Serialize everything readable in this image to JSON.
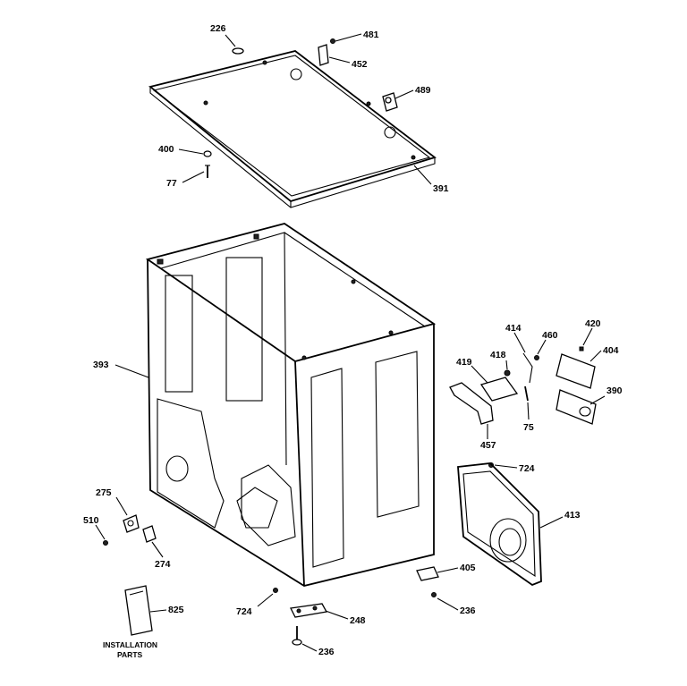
{
  "labels": {
    "p226": "226",
    "p481": "481",
    "p452": "452",
    "p489": "489",
    "p400": "400",
    "p77": "77",
    "p391": "391",
    "p393": "393",
    "p414": "414",
    "p460": "460",
    "p420": "420",
    "p404": "404",
    "p418": "418",
    "p419": "419",
    "p390": "390",
    "p75": "75",
    "p457": "457",
    "p724a": "724",
    "p413": "413",
    "p275": "275",
    "p510": "510",
    "p274": "274",
    "p405": "405",
    "p825": "825",
    "p724b": "724",
    "p248": "248",
    "p236a": "236",
    "p236b": "236"
  },
  "notes": {
    "install_line1": "INSTALLATION",
    "install_line2": "PARTS"
  }
}
